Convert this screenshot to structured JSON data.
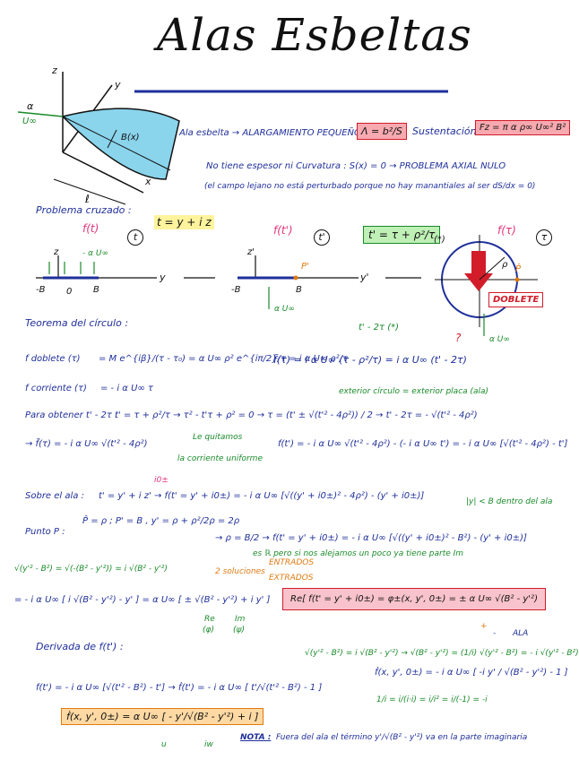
{
  "title": "Alas Esbeltas",
  "wing_diagram": {
    "axis_z": "z",
    "axis_y": "y",
    "axis_x": "x",
    "alpha": "α",
    "u_inf": "U∞",
    "chord_label": "B(x)",
    "length_label": "ℓ"
  },
  "intro": {
    "definition": "Ala esbelta → ALARGAMIENTO PEQUEÑO",
    "aspect_ratio_formula": "Λ = b²/S",
    "lift_label": "Sustentación :",
    "lift_formula": "Fz = π α ρ∞ U∞² B²",
    "no_thickness": "No tiene espesor ni Curvatura : S(x) = 0 → PROBLEMA AXIAL NULO",
    "far_field_note": "(el campo lejano no está perturbado porque no hay manantiales al ser dS/dx = 0)"
  },
  "cross_problem": {
    "heading": "Problema cruzado :",
    "complex_var": "t = y + i z",
    "f_t": "f(t)",
    "c_circle_t": "t",
    "alpha_u": "- α U∞",
    "minus_b": "-B",
    "zero": "0",
    "b": "B",
    "y": "y",
    "z": "z",
    "f_tprime": "f(t')",
    "c_circle_tprime": "t'",
    "z_prime": "z'",
    "y_prime": "y'",
    "p_prime": "P'",
    "alpha_u_up": "α U∞",
    "transform_formula": "t' = τ + ρ²/τ",
    "transform_tag": "(*)",
    "f_tau": "f(τ)",
    "c_circle_tau": "τ",
    "rho": "ρ",
    "p_hat": "P̂",
    "doublet": "DOBLETE",
    "alpha_u_tau": "α U∞"
  },
  "circle_theorem": {
    "heading": "Teorema del círculo :",
    "f_doublet_label": "f doblete (τ)",
    "f_doublet_formula": "= M e^{iβ}/(τ - τ₀) = α U∞ ρ² e^{iπ/2}/τ = i α U∞ ρ²/τ",
    "f_current_label": "f corriente (τ)",
    "f_current_formula": "= - i α U∞ τ",
    "ftilde_formula": "f̃(τ) = i α U∞ (τ - ρ²/τ) = i α U∞ (t' - 2τ)",
    "ann_t2tau": "t' - 2τ (*)",
    "ann_question": "?"
  },
  "obtain": {
    "prefix": "Para obtener t' - 2τ :",
    "step1": "t' = τ + ρ²/τ → τ² - t'τ + ρ² = 0 → τ = (t' ± √(t'² - 4ρ²)) / 2 → t' - 2τ = - √(t'² - 4ρ²)",
    "note": "exterior círculo = exterior placa (ala)"
  },
  "remove_uniform": {
    "ftilde": "→ f̃(τ) = - i α U∞ √(t'² - 4ρ²)",
    "remove_top": "Le quitamos",
    "remove_bottom": "la corriente uniforme",
    "result": "f(t') = - i α U∞ √(t'² - 4ρ²) - (- i α U∞ t') = - i α U∞ [√(t'² - 4ρ²) - t']"
  },
  "on_wing": {
    "prefix": "Sobre el ala :",
    "formula": "t' = y' + i z'  → f(t' = y' + i0±) = - i α U∞ [√((y' + i0±)² - 4ρ²) - (y' + i0±)]",
    "io_pm": "i0±",
    "inside_note": "|y| < B dentro del ala"
  },
  "point_p": {
    "prefix": "Punto P :",
    "formula_a": "P̂ = ρ ;   P' = B ,  y' = ρ + ρ²/2ρ = 2ρ",
    "formula_b": "→ ρ = B/2 → f(t' = y' + i0±) = - i α U∞ [√((y' + i0±)² - B²) - (y' + i0±)]",
    "note": "es ℝ pero si nos alejamos un poco ya tiene parte Im"
  },
  "derivation": {
    "sqrt_identity": "√(y'² - B²) = √(-(B² - y'²)) = i √(B² - y'²)",
    "two_solutions": "2 soluciones",
    "entrados": "ENTRADOS",
    "extrados": "EXTRADOS",
    "line": "= - i α U∞ [ i √(B² - y'²) - y' ] = α U∞ [ ± √(B² - y'²) + i y' ]",
    "re_label": "Re",
    "re_sub": "(φ)",
    "im_label": "Im",
    "im_sub": "(ψ)",
    "result_box": "Re[ f(t' = y' + i0±) = φ±(x, y', 0±) = ± α U∞ √(B² - y'²)",
    "sign_plus": "+",
    "sign_minus": "-",
    "ala": "ALA"
  },
  "derivative": {
    "heading": "Derivada de f(t') :",
    "f_prime": "f(t') = - i α U∞ [√(t'² - B²) - t'] → ḟ(t') = - i α U∞ [ t'/√(t'² - B²) - 1 ]",
    "identity_top": "√(y'² - B²) = i √(B² - y'²) → √(B² - y'²) = (1/i) √(y'² - B²) = - i √(y'² - B²)",
    "fdot_result": "ḟ(x, y', 0±) = - i α U∞ [ -i y' / √(B² - y'²) - 1 ]",
    "identity_bottom": "1/i = i/(i·i) = i/i² = i/(-1) = -i",
    "final_box": "ḟ(x, y', 0±) = α U∞ [ - y'/√(B² - y'²) + i ]",
    "u_label": "u",
    "iw_label": "iw",
    "nota_label": "NOTA :",
    "nota_text": "Fuera del ala el término y'/√(B² - y'²) va en la parte imaginaria"
  }
}
